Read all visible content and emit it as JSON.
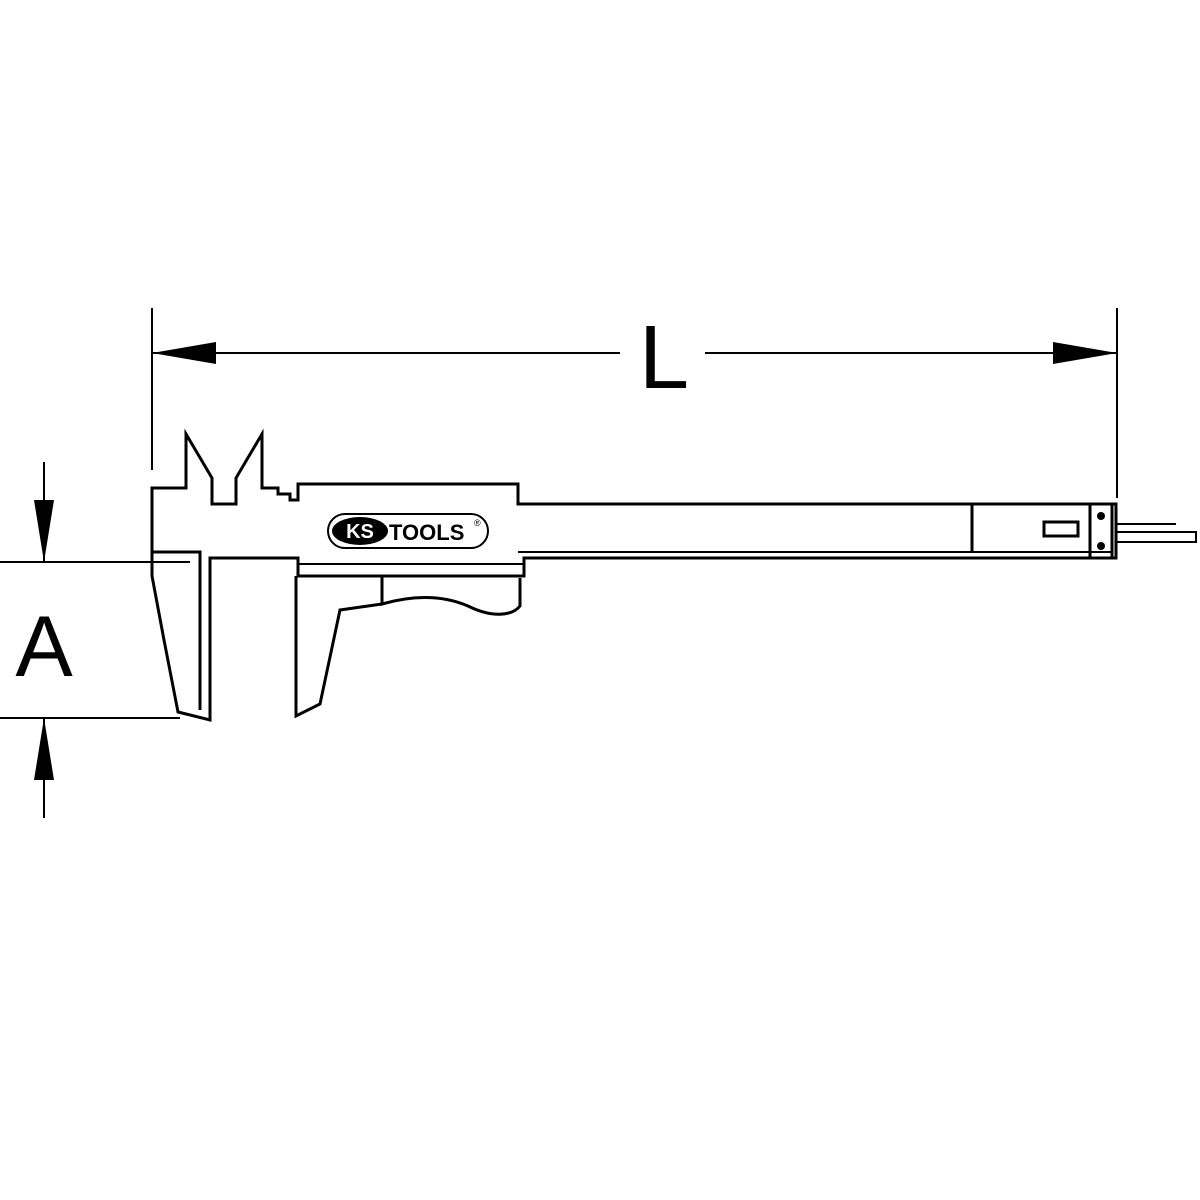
{
  "dimensions": {
    "length_label": "L",
    "height_label": "A"
  },
  "logo": {
    "brand_left": "KS",
    "brand_right": "TOOLS",
    "registered_mark": "®"
  },
  "colors": {
    "line": "#000000",
    "background": "#ffffff"
  }
}
